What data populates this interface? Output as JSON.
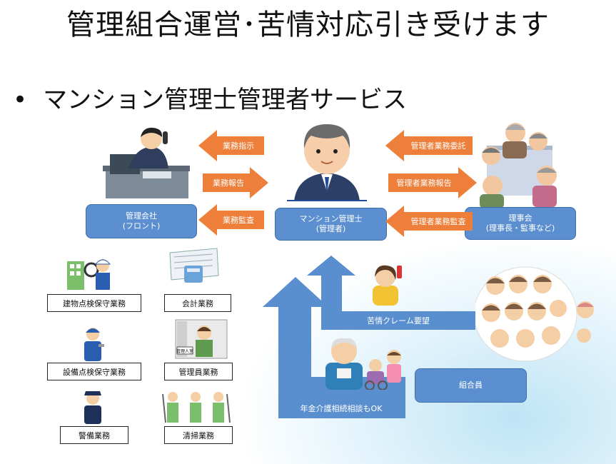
{
  "title": "管理組合運営･苦情対応引き受けます",
  "bullet": "マンション管理士管理者サービス",
  "nodes": {
    "company": {
      "line1": "管理会社",
      "line2": "(フロント)"
    },
    "manager": {
      "line1": "マンション管理士",
      "line2": "(管理者)"
    },
    "board": {
      "line1": "理事会",
      "line2": "(理事長・監事など)"
    },
    "members": "組合員"
  },
  "left_arrows": {
    "instruct": "業務指示",
    "report": "業務報告",
    "audit": "業務監査"
  },
  "right_arrows": {
    "appoint": "管理者業務委託",
    "report": "管理者業務報告",
    "audit": "管理者業務監査"
  },
  "complaint_label": "苦情クレーム要望",
  "consult_label": "年金介護相続相談もOK",
  "services": [
    "建物点検保守業務",
    "会計業務",
    "設備点検保守業務",
    "管理員業務",
    "警備業務",
    "清掃業務"
  ],
  "illustration_sign": "管理人室",
  "colors": {
    "arrow_orange": "#ee7f3a",
    "box_blue": "#5b8fd0",
    "big_arrow_blue": "#5a8fcf"
  }
}
